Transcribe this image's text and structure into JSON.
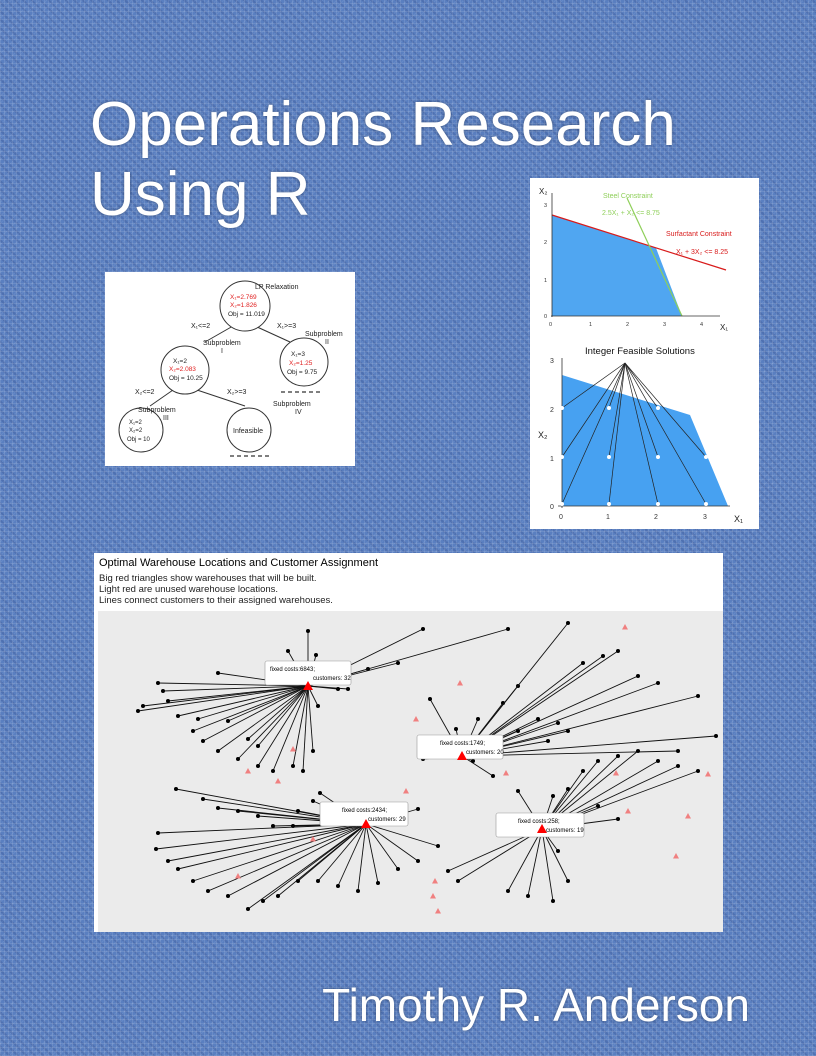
{
  "cover": {
    "title_line1": "Operations Research",
    "title_line2": "Using R",
    "author": "Timothy R. Anderson",
    "background_color": "#5a7fc0"
  },
  "branch_tree": {
    "root_label": "LP Relaxation",
    "root_x1": "X₁=2.769",
    "root_x2": "X₂=1.826",
    "root_obj": "Obj = 11.019",
    "left_branch": "X₁<=2",
    "right_branch": "X₁>=3",
    "sub1_label": "Subproblem",
    "sub1_num": "I",
    "sub1_x1": "X₁=2",
    "sub1_x2": "X₂=2.083",
    "sub1_obj": "Obj = 10.25",
    "sub2_label": "Subproblem",
    "sub2_num": "II",
    "sub2_x1": "X₁=3",
    "sub2_x2": "X₂=1.25",
    "sub2_obj": "Obj = 9.75",
    "ll_branch": "X₂<=2",
    "lr_branch": "X₂>=3",
    "sub3_label": "Subproblem",
    "sub3_num": "III",
    "sub3_x1": "X₁=2",
    "sub3_x2": "X₂=2",
    "sub3_obj": "Obj = 10",
    "sub4_label": "Subproblem",
    "sub4_num": "IV",
    "sub4_text": "Infeasible",
    "highlight_color": "#e02020"
  },
  "lp_chart": {
    "y_axis": "X₂",
    "x_axis": "X₁",
    "steel_label": "Steel Constraint",
    "steel_eq": "2.5X₁ + X₂ <= 8.75",
    "surf_label": "Surfactant Constraint",
    "surf_eq": "X₁ + 3X₂ <= 8.25",
    "x_ticks": [
      "0",
      "1",
      "2",
      "3",
      "4"
    ],
    "y_ticks": [
      "0",
      "1",
      "2",
      "3"
    ],
    "steel_color": "#8fcf5a",
    "surf_color": "#d81b1b",
    "fill_color": "#3d9cf0"
  },
  "int_chart": {
    "title": "Integer Feasible Solutions",
    "y_axis": "X₂",
    "x_axis": "X₁",
    "x_ticks": [
      "0",
      "1",
      "2",
      "3"
    ],
    "y_ticks": [
      "0",
      "1",
      "2",
      "3"
    ]
  },
  "warehouse": {
    "title": "Optimal Warehouse Locations and Customer Assignment",
    "line1": "Big red triangles show warehouses that will be built.",
    "line2": "Light red are unused warehouse locations.",
    "line3": "Lines connect customers to their assigned warehouses.",
    "wh1_cost": "fixed costs:6843;",
    "wh1_cust": "customers: 32",
    "wh2_cost": "fixed costs:1749;",
    "wh2_cust": "customers: 20",
    "wh3_cost": "fixed costs:2434;",
    "wh3_cust": "customers: 29",
    "wh4_cost": "fixed costs:258;",
    "wh4_cust": "customers: 19",
    "plot_bg": "#ebebeb",
    "built_color": "#ff0000",
    "unused_color": "#f08080"
  }
}
